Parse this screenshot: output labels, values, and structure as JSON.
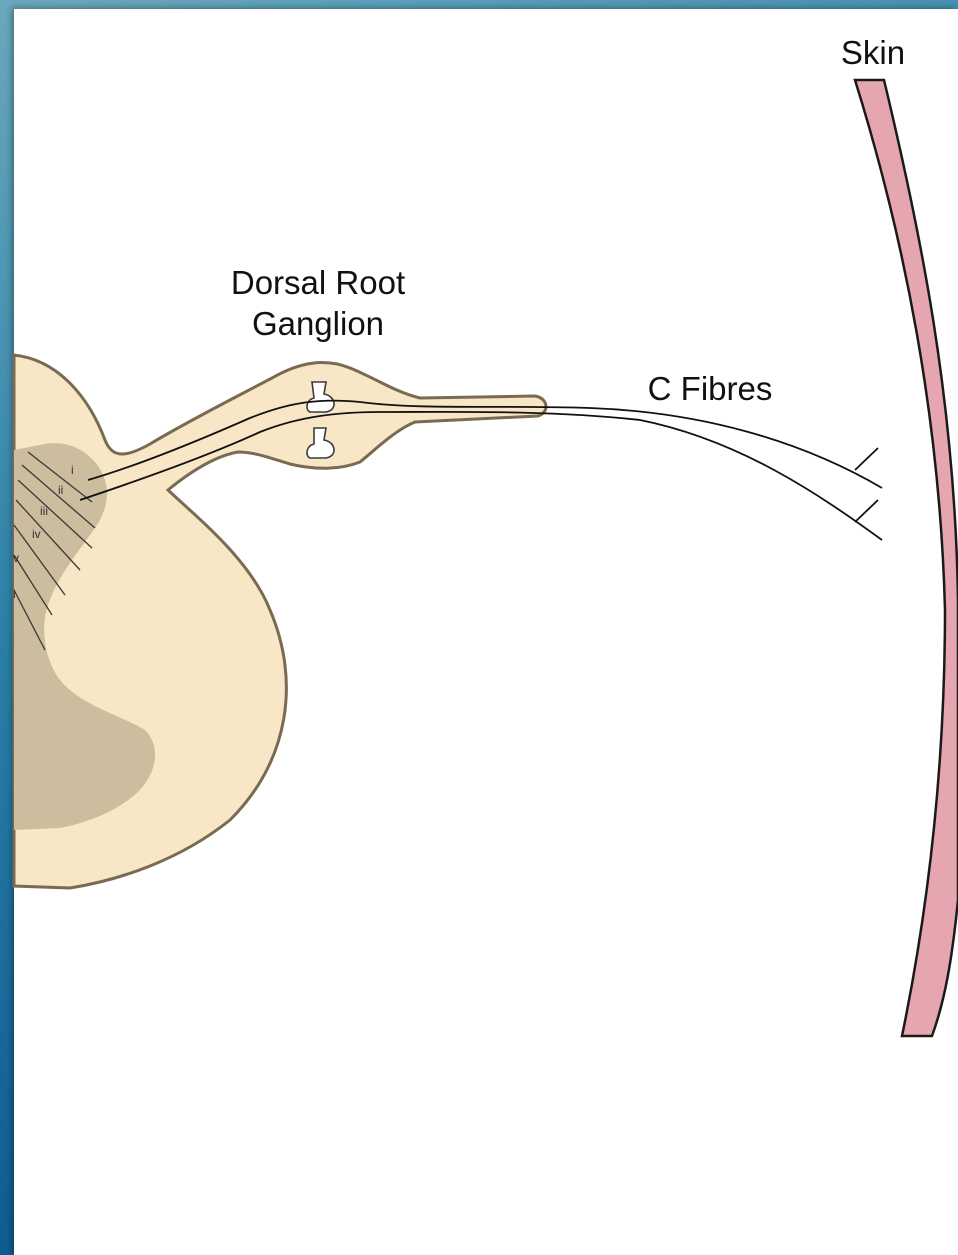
{
  "diagram": {
    "labels": {
      "dorsal_root_ganglion": "Dorsal Root\nGanglion",
      "c_fibres": "C Fibres",
      "skin": "Skin"
    },
    "laminae": [
      "i",
      "ii",
      "iii",
      "iv",
      "v",
      "i"
    ]
  },
  "colors": {
    "spinal_cord_fill": "#f7e7c6",
    "grey_matter_fill": "#cbbd9d",
    "outline": "#7a6a52",
    "skin_fill": "#e5a6b0",
    "background_frame": "#1b6c93"
  }
}
